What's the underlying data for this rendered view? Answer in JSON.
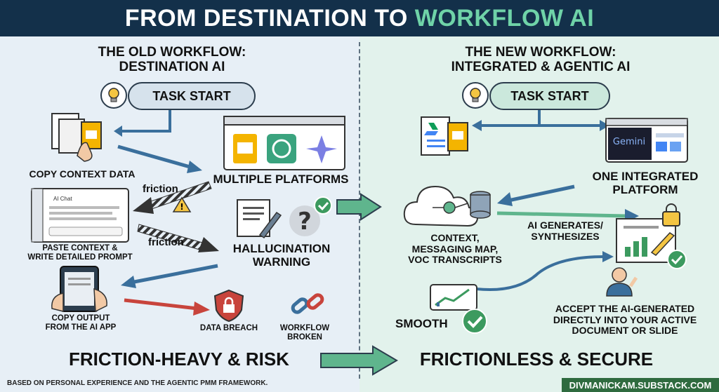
{
  "header": {
    "title_main": "FROM DESTINATION TO ",
    "title_accent": "WORKFLOW AI"
  },
  "left": {
    "title_line1": "THE OLD WORKFLOW:",
    "title_line2": "DESTINATION AI",
    "task_start": "TASK START",
    "copy_context": "COPY CONTEXT DATA",
    "multiple_platforms": "MULTIPLE PLATFORMS",
    "friction_1": "friction",
    "friction_2": "friction",
    "ai_chat": "AI Chat",
    "paste_line1": "PASTE CONTEXT &",
    "paste_line2": "WRITE DETAILED PROMPT",
    "hallucination_line1": "HALLUCINATION",
    "hallucination_line2": "WARNING",
    "copy_output_line1": "COPY OUTPUT",
    "copy_output_line2": "FROM THE AI APP",
    "data_breach": "DATA BREACH",
    "workflow_line1": "WORKFLOW",
    "workflow_line2": "BROKEN",
    "bottom_title": "FRICTION-HEAVY & RISK"
  },
  "right": {
    "title_line1": "THE NEW WORKFLOW:",
    "title_line2": "INTEGRATED & AGENTIC AI",
    "task_start": "TASK START",
    "gemini": "Gemini",
    "one_platform_line1": "ONE INTEGRATED",
    "one_platform_line2": "PLATFORM",
    "context_line1": "CONTEXT,",
    "context_line2": "MESSAGING MAP,",
    "context_line3": "VOC TRANSCRIPTS",
    "ai_gen_line1": "AI GENERATES/",
    "ai_gen_line2": "SYNTHESIZES",
    "smooth": "SMOOTH",
    "accept_line1": "ACCEPT THE AI-GENERATED",
    "accept_line2": "DIRECTLY INTO YOUR ACTIVE",
    "accept_line3": "DOCUMENT OR SLIDE",
    "bottom_title": "FRICTIONLESS & SECURE"
  },
  "footer": {
    "note": "BASED ON PERSONAL EXPERIENCE AND THE AGENTIC PMM FRAMEWORK.",
    "site": "DIVMANICKAM.SUBSTACK.COM"
  },
  "colors": {
    "header_bg": "#13304a",
    "accent": "#6fd3a8",
    "arrow_blue": "#3a6f9c",
    "arrow_red": "#c8443c",
    "check_green": "#3c9a5f"
  }
}
